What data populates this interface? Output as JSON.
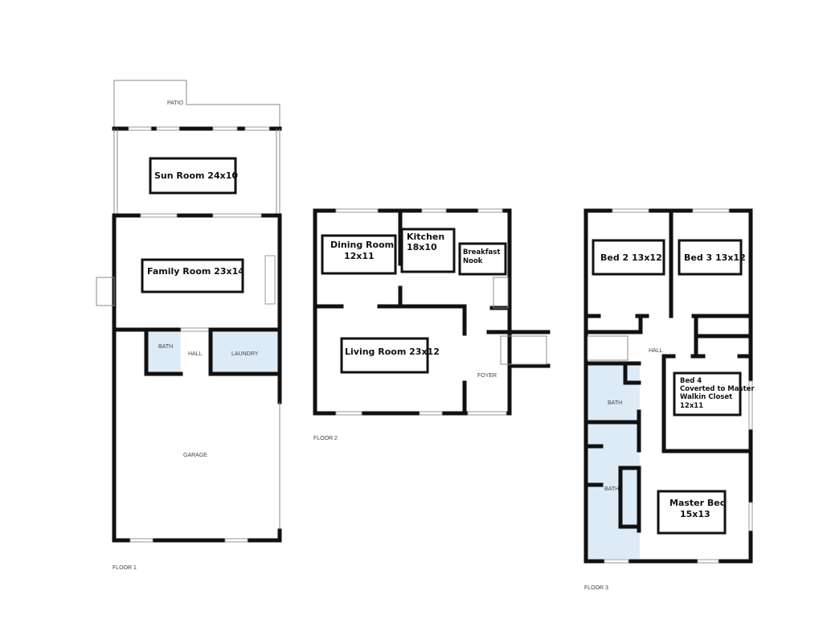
{
  "floors": [
    {
      "name": "FLOOR 1",
      "rooms": {
        "patio": "PATIO",
        "sun": "Sun Room 24x10",
        "family": "Family Room 23x14",
        "bath": "BATH",
        "hall": "HALL",
        "laundry": "LAUNDRY",
        "garage": "GARAGE"
      }
    },
    {
      "name": "FLOOR 2",
      "rooms": {
        "dining_1": "Dining Room",
        "dining_2": "12x11",
        "kitchen_1": "Kitchen",
        "kitchen_2": "18x10",
        "nook_1": "Breakfast",
        "nook_2": "Nook",
        "living": "Living Room 23x12",
        "foyer": "FOYER"
      }
    },
    {
      "name": "FLOOR 3",
      "rooms": {
        "bed2": "Bed 2 13x12",
        "bed3": "Bed 3 13x12",
        "hall": "HALL",
        "bed4_1": "Bed 4",
        "bed4_2": "Coverted to Master",
        "bed4_3": "Walkin Closet",
        "bed4_4": "12x11",
        "bath1": "BATH",
        "bath2": "BATH",
        "master_1": "Master Bed",
        "master_2": "15x13"
      }
    }
  ],
  "colors": {
    "bath_fill": "#ddebf7",
    "wall": "#111111"
  }
}
